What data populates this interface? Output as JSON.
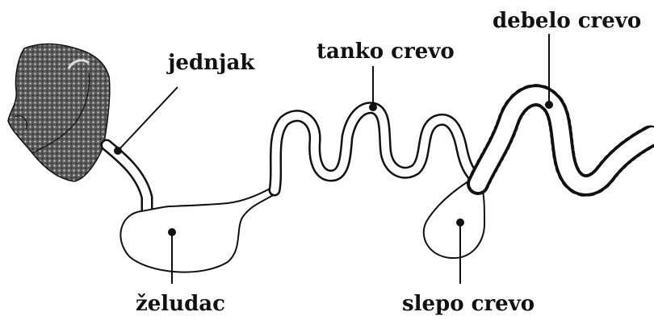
{
  "labels": {
    "esophagus": "jednjak",
    "small_intestine": "tanko crevo",
    "large_intestine": "debelo crevo",
    "stomach": "želudac",
    "cecum": "slepo crevo"
  }
}
